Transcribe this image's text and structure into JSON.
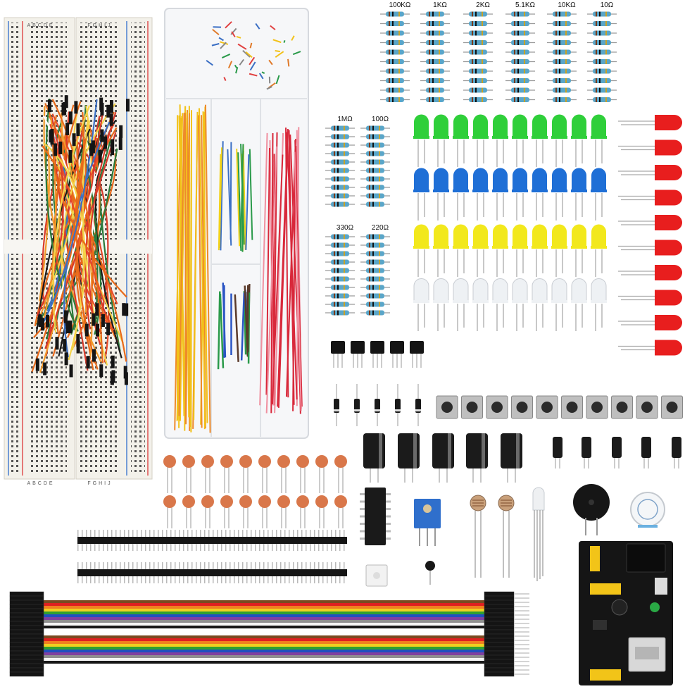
{
  "resistor_labels": {
    "top": [
      "100KΩ",
      "1KΩ",
      "2KΩ",
      "5.1KΩ",
      "10KΩ",
      "10Ω"
    ],
    "mid": [
      "1MΩ",
      "100Ω"
    ],
    "low": [
      "330Ω",
      "220Ω"
    ]
  },
  "breadboard_letters": {
    "top_left": "ABCDE",
    "top_right": "FGHIJ",
    "bottom_left": "ABCDE",
    "bottom_right": "FGHIJ"
  },
  "colors": {
    "background": "#ffffff",
    "breadboard": "#f3f1ea",
    "rail_red": "#e05050",
    "rail_blue": "#4a7fd0",
    "led_green": "#2fcf3a",
    "led_blue": "#1f6fd6",
    "led_yellow": "#f2e81c",
    "led_red": "#e81e1e",
    "capacitor_ceramic": "#d9774a",
    "electrolytic_cap": "#1b1b1b",
    "potentiometer": "#2f6fcc",
    "power_module": "#151515"
  },
  "icons": [
    "breadboard",
    "jumper-wires",
    "resistor",
    "led",
    "transistor",
    "diode",
    "push-button",
    "electrolytic-capacitor",
    "ceramic-capacitor",
    "ic-chip",
    "potentiometer",
    "photoresistor",
    "rgb-led",
    "buzzer",
    "power-supply-module",
    "pin-header",
    "dupont-ribbon-cable"
  ]
}
